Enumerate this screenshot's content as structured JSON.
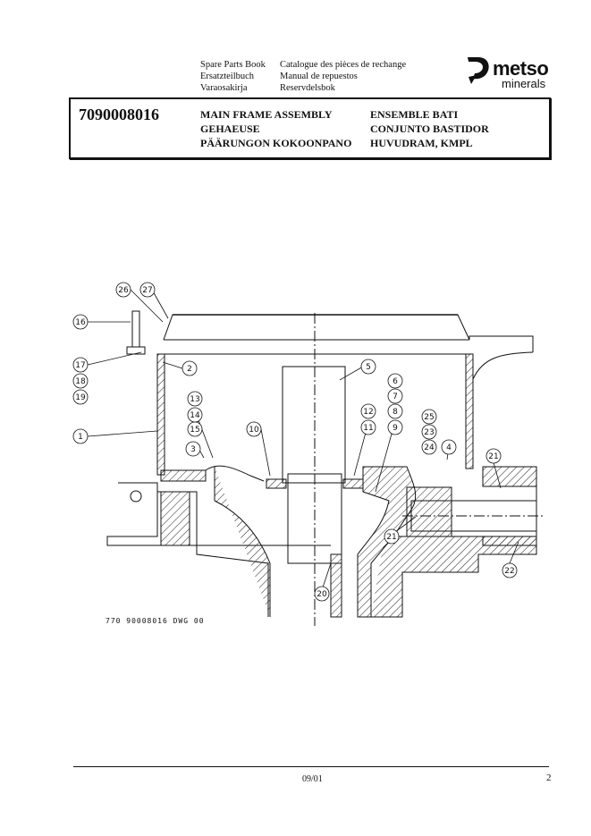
{
  "header": {
    "languages_col1": [
      "Spare Parts Book",
      "Ersatzteilbuch",
      "Varaosakirja"
    ],
    "languages_col2": [
      "Catalogue des pièces de rechange",
      "Manual de repuestos",
      "Reservdelsbok"
    ],
    "logo": {
      "word": "metso",
      "sub": "minerals",
      "color": "#111111"
    }
  },
  "title_block": {
    "part_number": "7090008016",
    "names_col1": [
      "MAIN FRAME ASSEMBLY",
      "GEHAEUSE",
      "PÄÄRUNGON KOKOONPANO"
    ],
    "names_col2": [
      "ENSEMBLE BATI",
      "CONJUNTO BASTIDOR",
      "HUVUDRAM, KMPL"
    ]
  },
  "drawing": {
    "balloons": [
      "26",
      "27",
      "16",
      "17",
      "18",
      "19",
      "2",
      "1",
      "13",
      "14",
      "15",
      "3",
      "10",
      "5",
      "6",
      "7",
      "8",
      "9",
      "12",
      "11",
      "25",
      "23",
      "24",
      "4",
      "21",
      "21",
      "22",
      "20"
    ],
    "drawing_number": "770 90008016 DWG 00"
  },
  "footer": {
    "date": "09/01",
    "page": "2"
  }
}
